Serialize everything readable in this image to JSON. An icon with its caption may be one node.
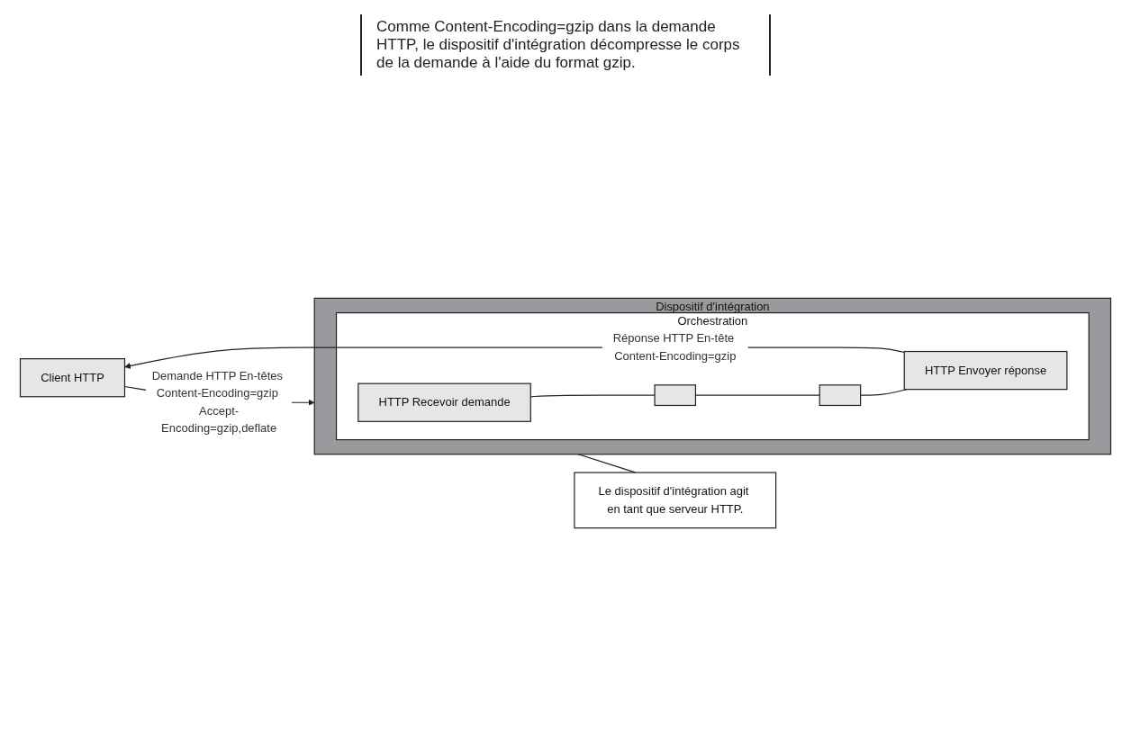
{
  "diagram": {
    "nodes": [
      {
        "text": [
          "Client HTTP"
        ]
      },
      {
        "text": [
          "Dispositif d'intégration"
        ]
      },
      {
        "text": [
          "Orchestration"
        ],
        "in": 1
      },
      {
        "text": [
          "HTTP Recevoir demande"
        ],
        "in": 2
      },
      {
        "text": [],
        "shape": "box",
        "in": 2
      },
      {
        "text": [],
        "shape": "box",
        "in": 2
      },
      {
        "text": [
          "HTTP Envoyer réponse"
        ],
        "in": 2
      },
      {
        "text": [
          "Le dispositif d'intégration agit en tant que serveur HTTP."
        ]
      }
    ],
    "edges": [
      {
        "from": 0,
        "to": 1,
        "arrow": "to",
        "label": "Demande HTTP En-têtes Content-Encoding=gzip Accept-Encoding=gzip,deflate"
      },
      {
        "from": 3,
        "to": 4,
        "arrow": "none"
      },
      {
        "from": 4,
        "to": 5,
        "arrow": "none"
      },
      {
        "from": 5,
        "to": 6,
        "arrow": "none"
      },
      {
        "from": 6,
        "to": 0,
        "arrow": "to",
        "label": "Réponse HTTP En-tête Content-Encoding=gzip"
      },
      {
        "from": 1,
        "to": 7,
        "arrow": "none"
      }
    ],
    "labels": [
      "Comme Content-Encoding=gzip dans la demande HTTP, le dispositif d'intégration décompresse le corps de la demande à l'aide du format gzip."
    ]
  }
}
